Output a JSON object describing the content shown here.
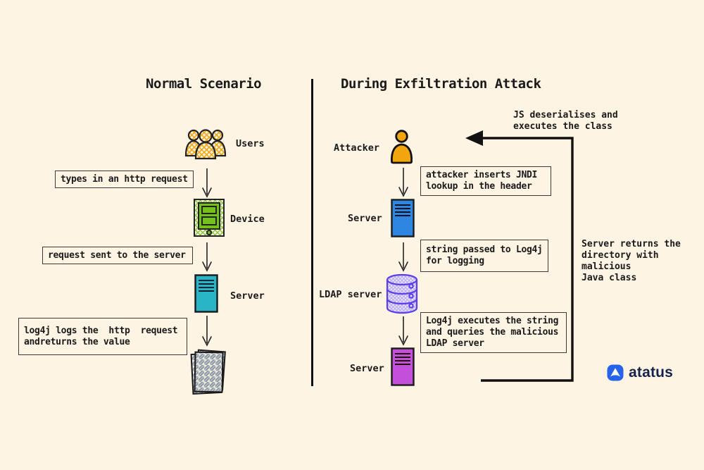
{
  "titles": {
    "left": "Normal Scenario",
    "right": "During Exfiltration Attack"
  },
  "normal_scenario": {
    "labels": {
      "users": "Users",
      "device": "Device",
      "server": "Server"
    },
    "steps": {
      "step1": "types in an http request",
      "step2": "request sent to the server",
      "step3": "log4j logs the  http  request\nandreturns the value"
    }
  },
  "attack_scenario": {
    "labels": {
      "attacker": "Attacker",
      "server1": "Server",
      "ldap": "LDAP server",
      "server2": "Server"
    },
    "steps": {
      "step1": "attacker inserts JNDI\nlookup in the header",
      "step2": "string passed to Log4j\nfor logging",
      "step3": "Log4j executes the string\nand queries the malicious\nLDAP server"
    },
    "annotations": {
      "return_top": "JS deserialises and\nexecutes the class",
      "return_side": "Server returns the\ndirectory with\nmalicious\nJava class"
    }
  },
  "branding": {
    "logo_text": "atatus"
  },
  "icons": {
    "users": "users-group-icon",
    "device": "mobile-device-icon",
    "server_normal": "server-icon",
    "logs": "log-documents-icon",
    "attacker": "attacker-person-icon",
    "server_attack": "server-icon",
    "ldap": "ldap-database-icon",
    "server_malicious": "server-icon",
    "brand": "atatus-logo-icon"
  },
  "colors": {
    "background": "#fdf4e4",
    "users_orange": "#f2a50d",
    "device_green": "#74c11c",
    "server_teal": "#2ab5c6",
    "server_blue": "#2e86e0",
    "ldap_purple_stroke": "#5b3fe8",
    "ldap_purple_fill": "#efeaff",
    "server_purple": "#c44fd9",
    "line_black": "#111111",
    "brand_blue": "#2563eb"
  }
}
